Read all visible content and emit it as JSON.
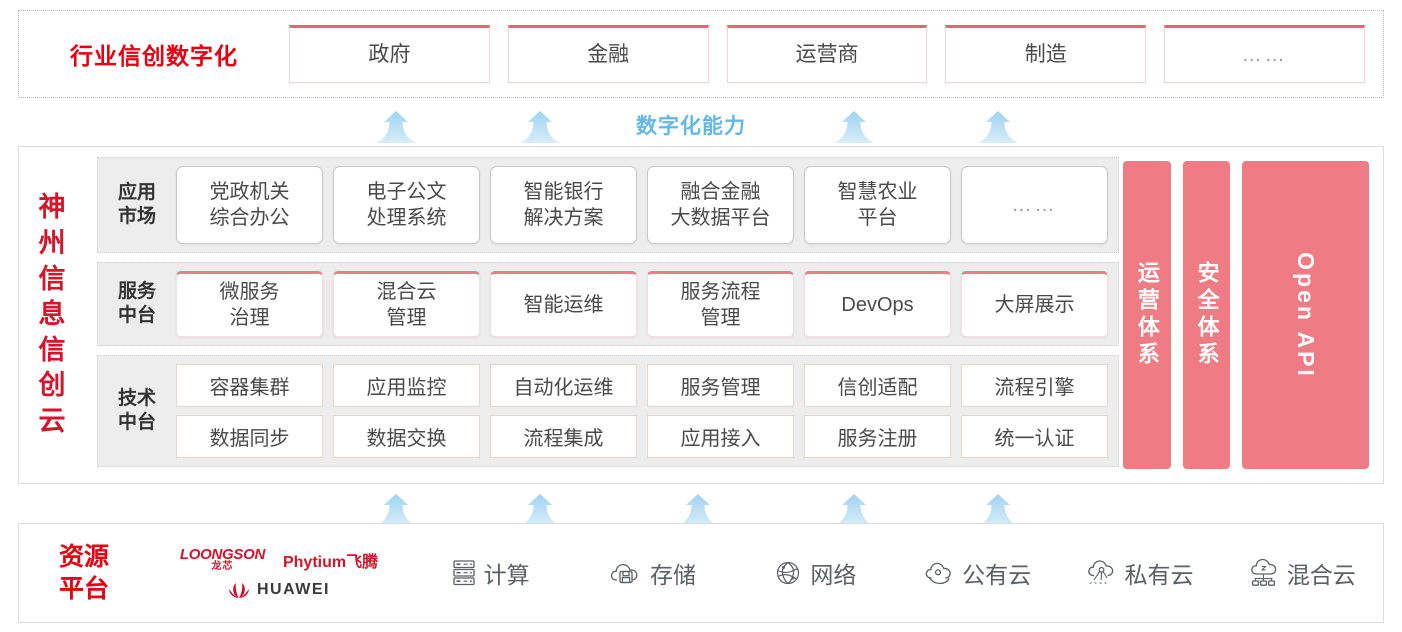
{
  "industry": {
    "title": "行业信创数字化",
    "cards": [
      {
        "label": "政府"
      },
      {
        "label": "金融"
      },
      {
        "label": "运营商"
      },
      {
        "label": "制造"
      },
      {
        "label": "……"
      }
    ]
  },
  "capability_label": "数字化能力",
  "cloud": {
    "title_chars": [
      "神",
      "州",
      "信",
      "息",
      "信",
      "创",
      "云"
    ],
    "tiers": [
      {
        "label": "应用\n市场",
        "label_lines": [
          "应用",
          "市场"
        ],
        "cards": [
          {
            "lines": [
              "党政机关",
              "综合办公"
            ]
          },
          {
            "lines": [
              "电子公文",
              "处理系统"
            ]
          },
          {
            "lines": [
              "智能银行",
              "解决方案"
            ]
          },
          {
            "lines": [
              "融合金融",
              "大数据平台"
            ]
          },
          {
            "lines": [
              "智慧农业",
              "平台"
            ]
          },
          {
            "lines": [
              "……"
            ]
          }
        ]
      },
      {
        "label_lines": [
          "服务",
          "中台"
        ],
        "cards": [
          {
            "lines": [
              "微服务",
              "治理"
            ]
          },
          {
            "lines": [
              "混合云",
              "管理"
            ]
          },
          {
            "lines": [
              "智能运维"
            ]
          },
          {
            "lines": [
              "服务流程",
              "管理"
            ]
          },
          {
            "lines": [
              "DevOps"
            ]
          },
          {
            "lines": [
              "大屏展示"
            ]
          }
        ]
      },
      {
        "label_lines": [
          "技术",
          "中台"
        ],
        "rows": [
          [
            "容器集群",
            "应用监控",
            "自动化运维",
            "服务管理",
            "信创适配",
            "流程引擎"
          ],
          [
            "数据同步",
            "数据交换",
            "流程集成",
            "应用接入",
            "服务注册",
            "统一认证"
          ]
        ]
      }
    ],
    "pillars": [
      {
        "text": "运营体系",
        "orientation": "vertical-cjk"
      },
      {
        "text": "安全体系",
        "orientation": "vertical-cjk"
      },
      {
        "text": "Open API",
        "orientation": "vertical-latin"
      }
    ]
  },
  "resource": {
    "title_lines": [
      "资源",
      "平台"
    ],
    "vendors": [
      {
        "name": "LOONGSON",
        "sub": "龙芯"
      },
      {
        "name": "Phytium飞腾"
      },
      {
        "name": "HUAWEI"
      }
    ],
    "items": [
      {
        "label": "计算",
        "icon": "server-icon"
      },
      {
        "label": "存储",
        "icon": "cloud-storage-icon"
      },
      {
        "label": "网络",
        "icon": "network-globe-icon"
      },
      {
        "label": "公有云",
        "icon": "public-cloud-icon"
      },
      {
        "label": "私有云",
        "icon": "private-cloud-icon"
      },
      {
        "label": "混合云",
        "icon": "hybrid-cloud-icon"
      }
    ]
  },
  "colors": {
    "brand_red": "#e60012",
    "pillar_pink": "#ef7b84",
    "card_accent": "#ef6271",
    "arrow_blue": "#9ed3f0",
    "capability_blue": "#63b8e8",
    "panel_gray": "#ededed"
  }
}
